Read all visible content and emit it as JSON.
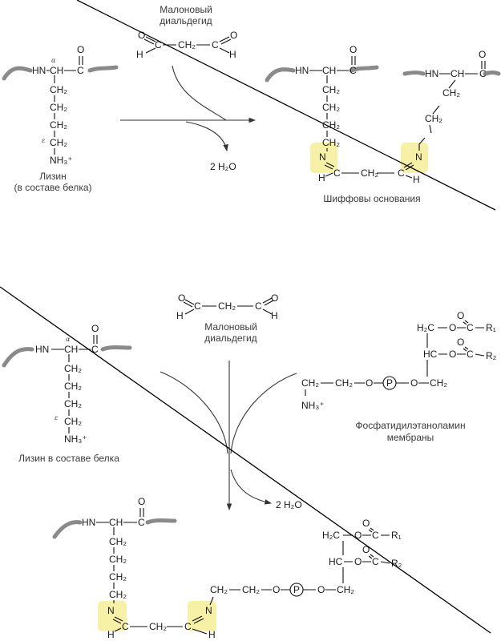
{
  "colors": {
    "highlight": "#f6ef9e",
    "protein_chain": "#8a8a8a",
    "line": "#111111"
  },
  "top_scheme": {
    "reagent": {
      "line1": "Малоновый",
      "line2": "диальдегид"
    },
    "lysine_caption": {
      "line1": "Лизин",
      "line2": "(в составе белка)"
    },
    "water_product": "2 H₂O",
    "product_caption": "Шиффовы основания"
  },
  "bottom_scheme": {
    "reagent": {
      "line1": "Малоновый",
      "line2": "диальдегид"
    },
    "lysine_caption": "Лизин в составе белка",
    "pe_caption": {
      "line1": "Фосфатидилэтаноламин",
      "line2": "мембраны"
    },
    "water_product": "2 H₂O"
  },
  "atoms": {
    "HN": "HN",
    "CH": "CH",
    "C": "C",
    "O": "O",
    "H": "H",
    "N": "N",
    "CH2": "CH₂",
    "NH3plus": "NH₃⁺",
    "NH3": "NH₃",
    "plus": "+",
    "H2C": "H₂C",
    "HC": "HC",
    "P": "P",
    "R1": "R₁",
    "R2": "R₂",
    "alpha": "α",
    "epsilon": "ε"
  }
}
